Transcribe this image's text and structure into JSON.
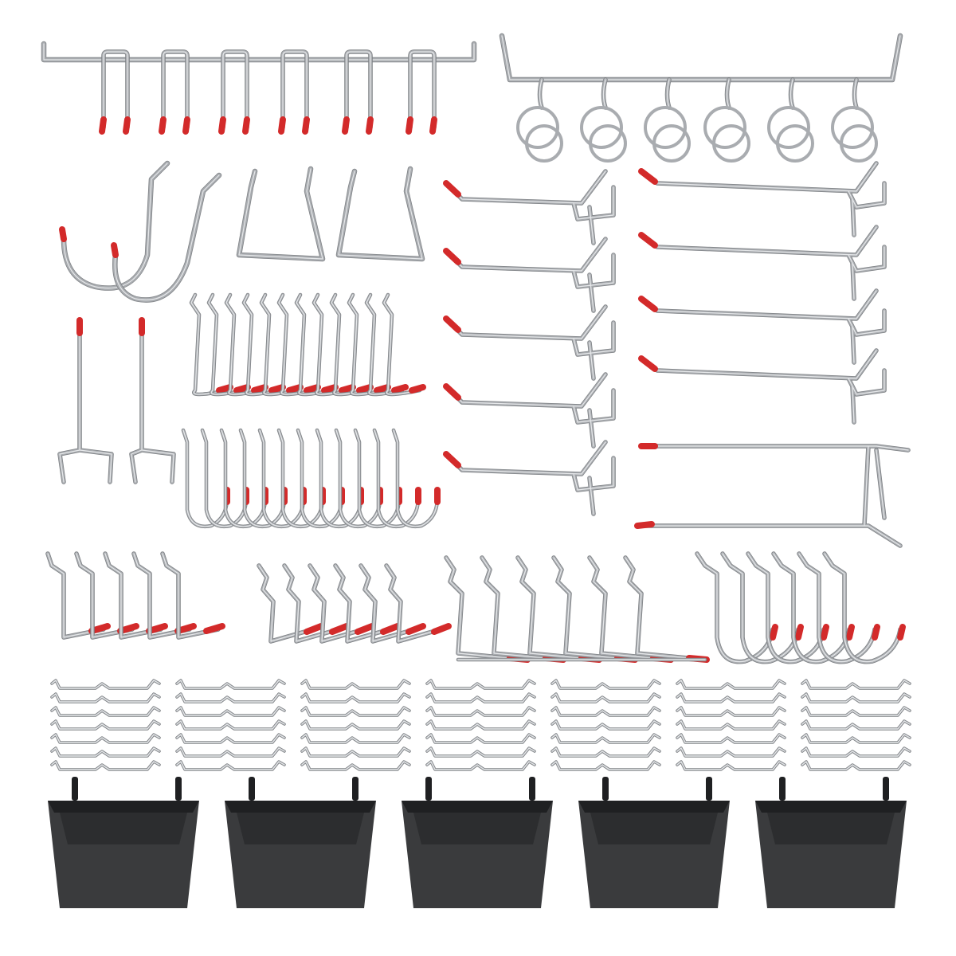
{
  "colors": {
    "background": "#ffffff",
    "metal": "#a9acb0",
    "metal_highlight": "#e6e8ea",
    "tip": "#d32a2a",
    "bin": "#3a3b3d",
    "bin_rim": "#1f2022"
  },
  "items": {
    "u_hook_rail_hooks": 6,
    "ring_rail_rings": 6,
    "j_hooks": 2,
    "trapezoid_hooks": 2,
    "single_straight_hooks": 5,
    "long_straight_hooks": 4,
    "double_prong_hooks": 1,
    "vertical_hooks": 2,
    "l_hook_bundle": 12,
    "j_hook_bundle": 12,
    "small_l_hooks": 5,
    "angled_l_hooks": 6,
    "large_l_hooks": 6,
    "curved_j_hooks": 6,
    "locking_clip_groups": 7,
    "clips_per_group": 7,
    "bins": 5
  }
}
